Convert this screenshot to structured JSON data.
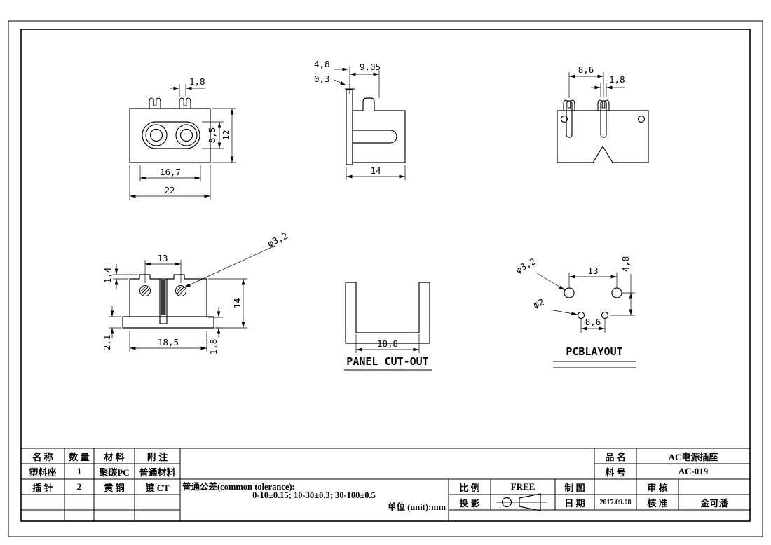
{
  "views": {
    "front": {
      "dims": {
        "clip_width": "1,8",
        "opening_height": "8,5",
        "height": "12",
        "inner_width": "16,7",
        "overall_width": "22"
      }
    },
    "side": {
      "dims": {
        "offset_a": "4,8",
        "offset_b": "0,3",
        "depth": "9,05",
        "width": "14"
      }
    },
    "rear": {
      "dims": {
        "pin_pitch": "8,6",
        "pin_width": "1,8"
      }
    },
    "top": {
      "dims": {
        "hole_pitch": "13",
        "tab_height": "1,4",
        "lip_height": "2,1",
        "body_width": "18,5",
        "flange": "1,8",
        "body_height": "14",
        "hole_dia": "φ3,2"
      }
    },
    "panel_cutout": {
      "label": "PANEL CUT-OUT",
      "dims": {
        "width": "18,8"
      }
    },
    "pcb_layout": {
      "label": "PCBLAYOUT",
      "dims": {
        "mount_hole_dia": "φ3,2",
        "pin_hole_dia": "φ2",
        "mount_pitch": "13",
        "row_offset": "4,8",
        "pin_pitch": "8,6"
      }
    }
  },
  "title_block": {
    "col_headers": {
      "name": "名 称",
      "qty": "数 量",
      "material": "材 料",
      "note": "附 注"
    },
    "rows": [
      {
        "name": "塑料座",
        "qty": "1",
        "material": "聚碳PC",
        "note": "普通材料"
      },
      {
        "name": "插 针",
        "qty": "2",
        "material": "黄 铜",
        "note": "镀 CT"
      }
    ],
    "tolerance_line1": "普通公差(common tolerance):",
    "tolerance_line2": "0-10±0.15; 10-30±0.3; 30-100±0.5",
    "tolerance_line3": "单位 (unit):mm",
    "scale_label": "比 例",
    "scale_value": "FREE",
    "projection_label": "投 影",
    "drafter_label": "制 图",
    "drafter_value": "",
    "date_label": "日 期",
    "date_value": "2017.09.08",
    "product_name_label": "品 名",
    "product_name_value": "AC电源插座",
    "part_no_label": "料 号",
    "part_no_value": "AC-019",
    "reviewer_label": "审 核",
    "reviewer_value": "",
    "approver_label": "核 准",
    "approver_value": "金可潘"
  }
}
